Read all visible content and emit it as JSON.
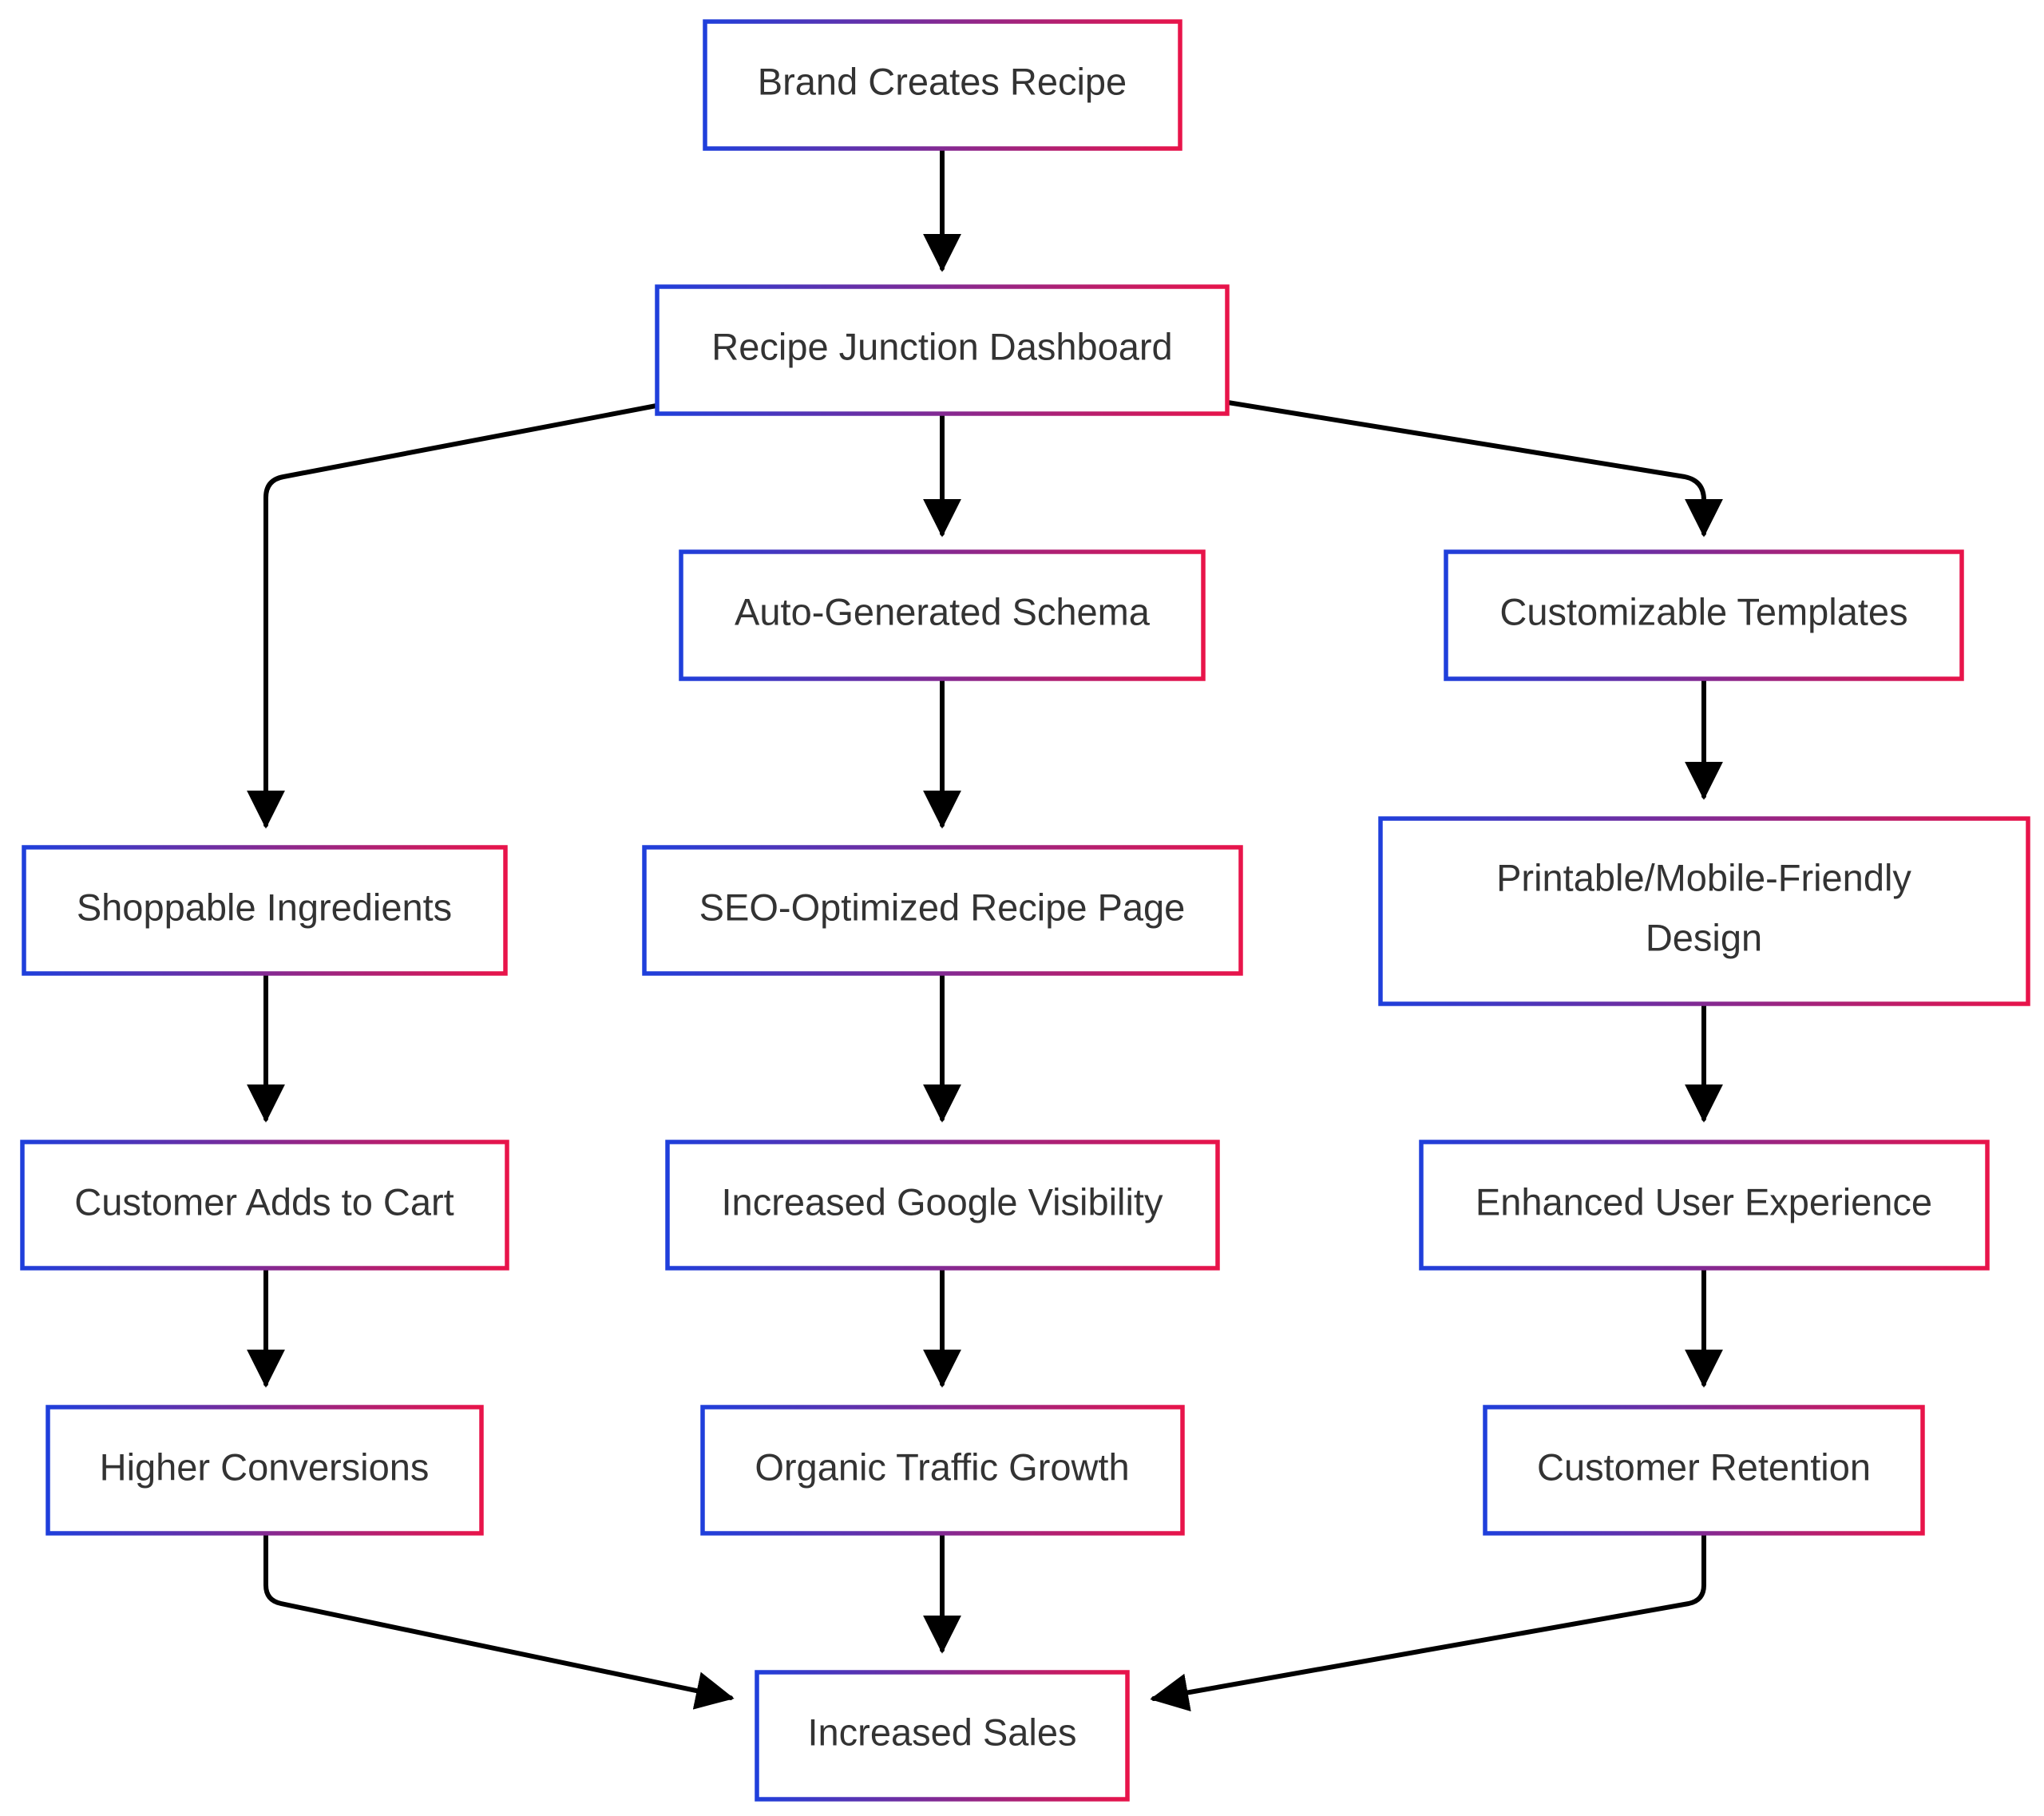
{
  "colors": {
    "gradient_start": "#1f3fdb",
    "gradient_end": "#e8144a",
    "edge": "#000000",
    "text": "#333333",
    "background": "#ffffff"
  },
  "nodes": {
    "brand": {
      "label": "Brand Creates Recipe"
    },
    "dashboard": {
      "label": "Recipe Junction Dashboard"
    },
    "schema": {
      "label": "Auto-Generated Schema"
    },
    "templates": {
      "label": "Customizable Templates"
    },
    "shoppable": {
      "label": "Shoppable Ingredients"
    },
    "seo_page": {
      "label": "SEO-Optimized Recipe Page"
    },
    "printable": {
      "label_line1": "Printable/Mobile-Friendly",
      "label_line2": "Design"
    },
    "cart": {
      "label": "Customer Adds to Cart"
    },
    "visibility": {
      "label": "Increased Google Visibility"
    },
    "ux": {
      "label": "Enhanced User Experience"
    },
    "conversions": {
      "label": "Higher Conversions"
    },
    "traffic": {
      "label": "Organic Traffic Growth"
    },
    "retention": {
      "label": "Customer Retention"
    },
    "sales": {
      "label": "Increased Sales"
    }
  },
  "edges": [
    {
      "from": "brand",
      "to": "dashboard"
    },
    {
      "from": "dashboard",
      "to": "shoppable"
    },
    {
      "from": "dashboard",
      "to": "schema"
    },
    {
      "from": "dashboard",
      "to": "templates"
    },
    {
      "from": "shoppable",
      "to": "cart"
    },
    {
      "from": "schema",
      "to": "seo_page"
    },
    {
      "from": "templates",
      "to": "printable"
    },
    {
      "from": "cart",
      "to": "conversions"
    },
    {
      "from": "seo_page",
      "to": "visibility"
    },
    {
      "from": "printable",
      "to": "ux"
    },
    {
      "from": "conversions",
      "to": "sales"
    },
    {
      "from": "visibility",
      "to": "traffic"
    },
    {
      "from": "ux",
      "to": "retention"
    },
    {
      "from": "traffic",
      "to": "sales"
    },
    {
      "from": "retention",
      "to": "sales"
    }
  ]
}
